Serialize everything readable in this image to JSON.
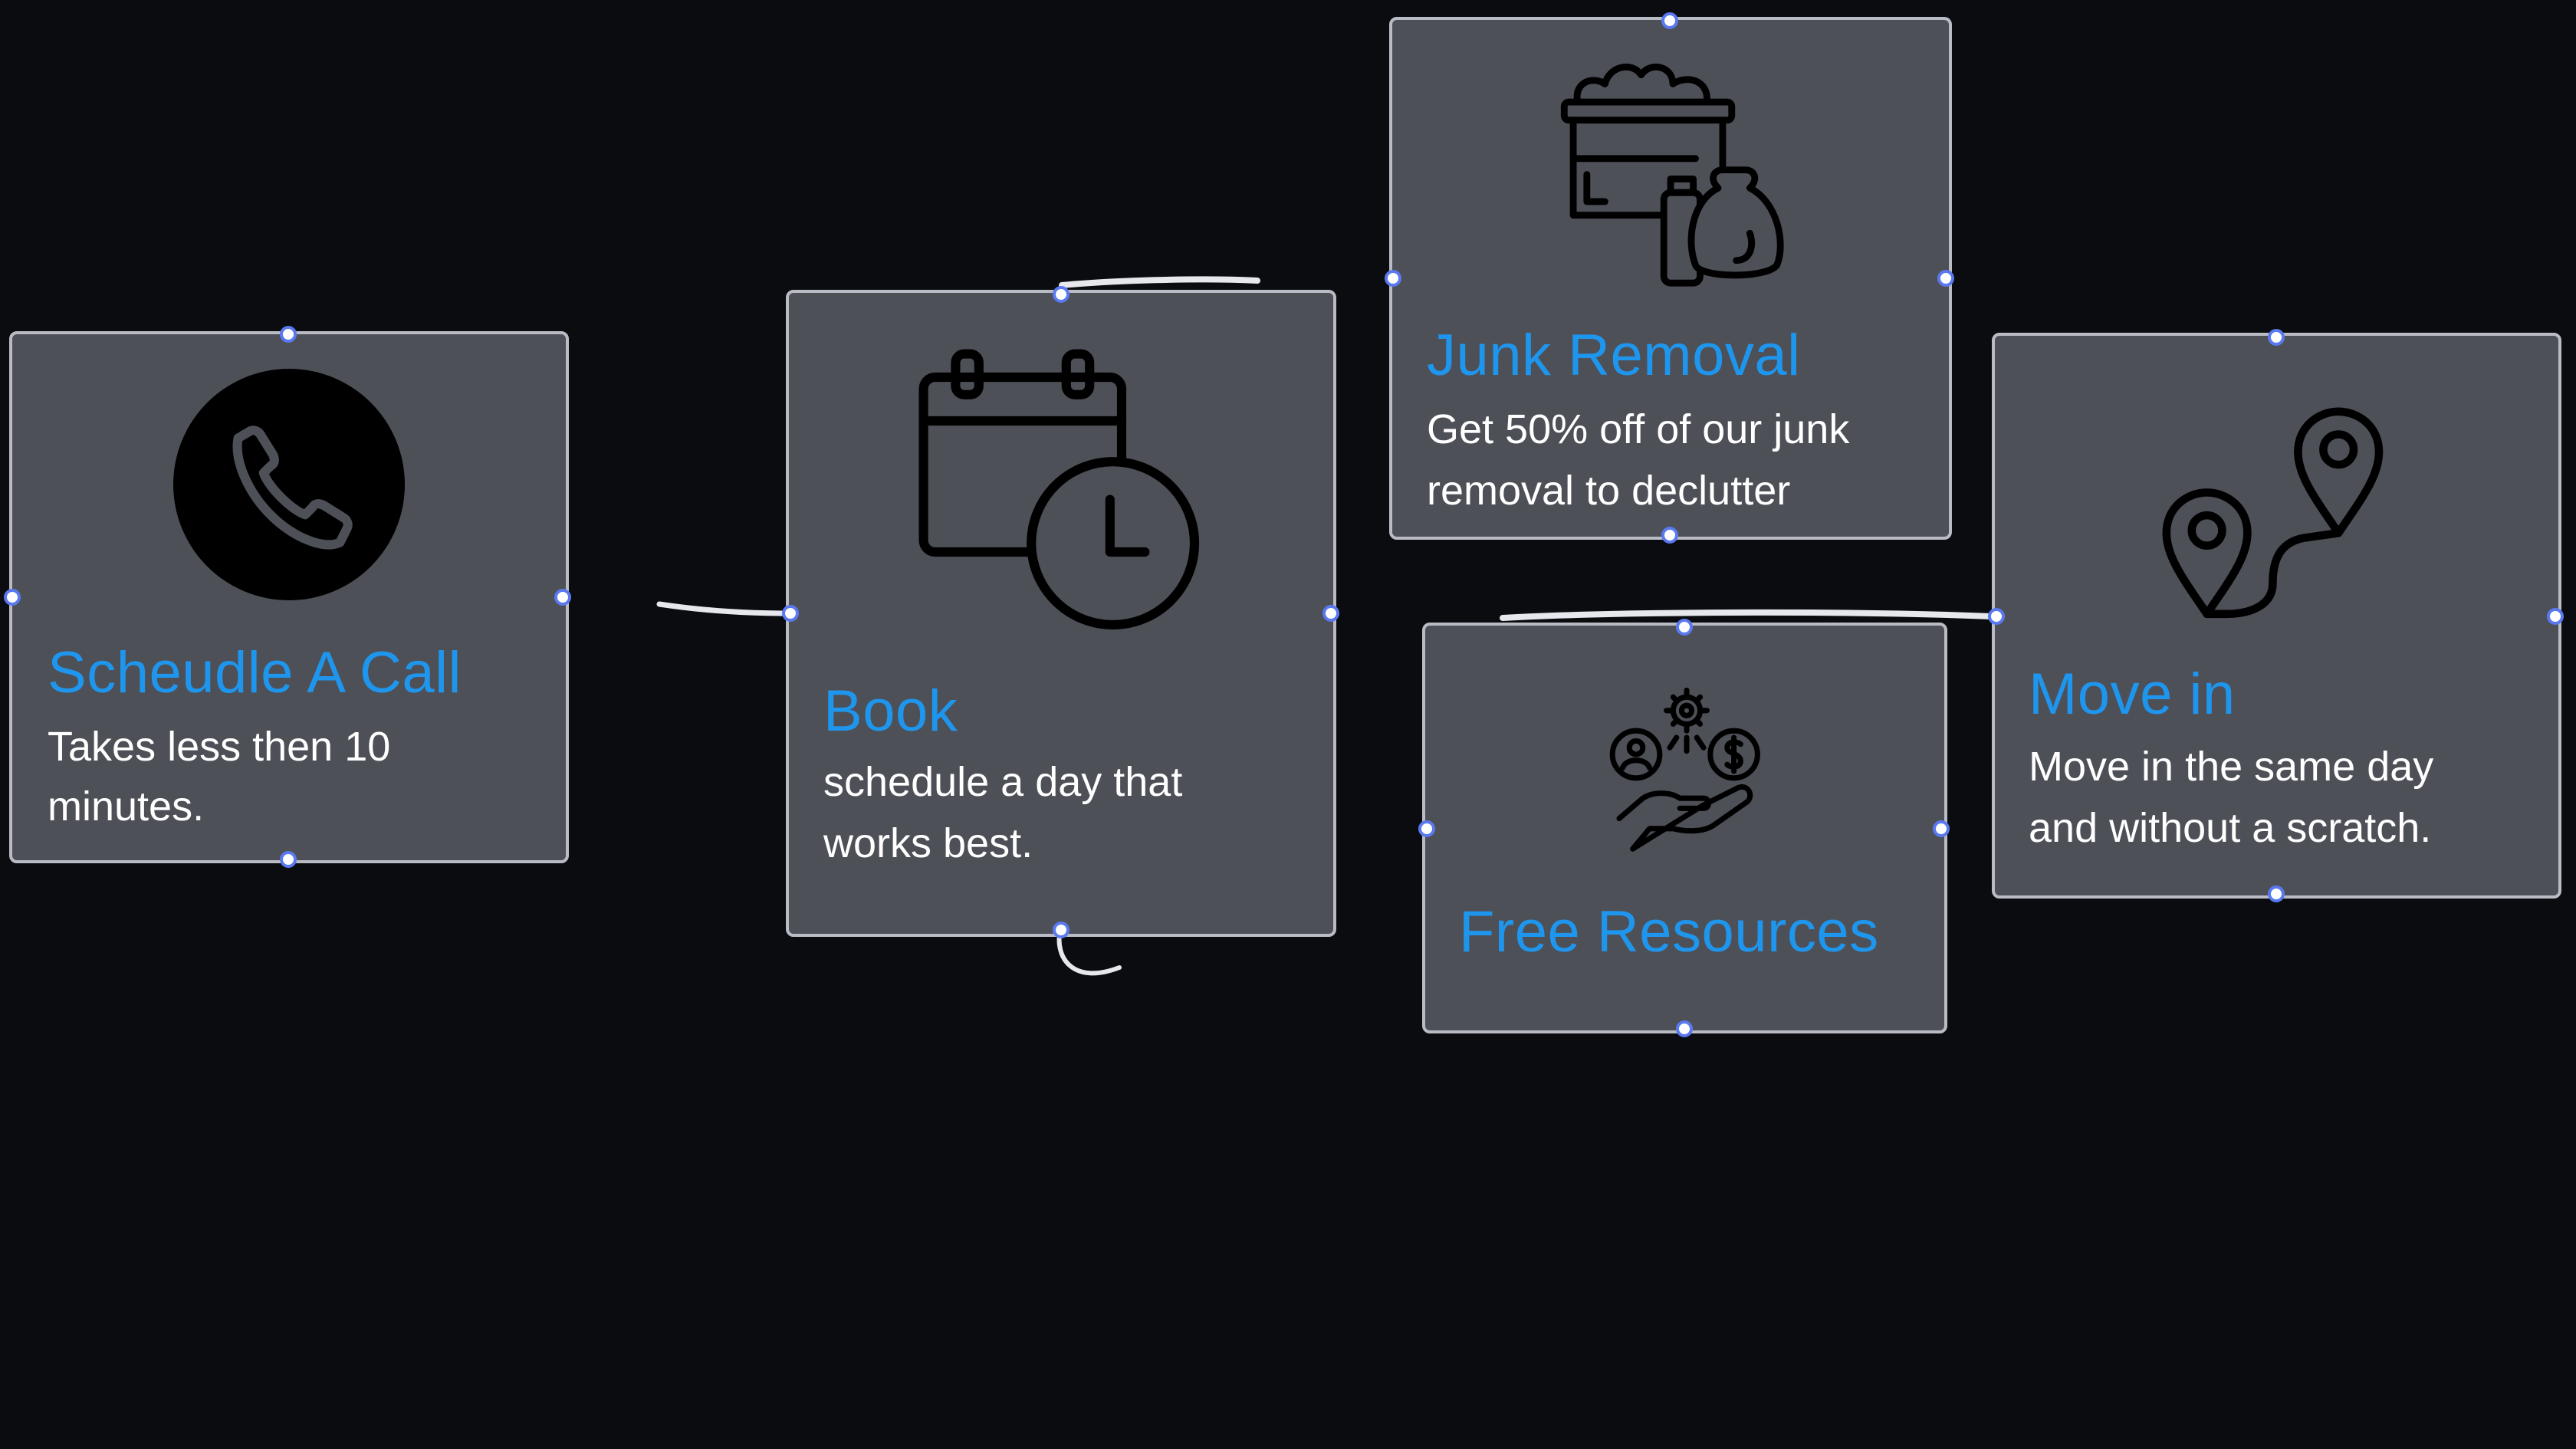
{
  "theme": {
    "background": "#0b0c0f",
    "card_fill": "#4e5058",
    "card_border": "#b9bcc4",
    "accent": "#1e96ee",
    "text": "#ffffff",
    "handle_border": "#5a79f0"
  },
  "cards": {
    "call": {
      "icon": "phone-icon",
      "title": "Scheudle A Call",
      "line1": "Takes less then 10",
      "line2": "minutes."
    },
    "book": {
      "icon": "calendar-clock-icon",
      "title": "Book",
      "line1": "schedule a day that",
      "line2": "works best."
    },
    "junk": {
      "icon": "junk-bin-icon",
      "title": "Junk Removal",
      "line1": "Get 50% off of our junk",
      "line2": "removal to declutter"
    },
    "resources": {
      "icon": "hand-resources-icon",
      "title": "Free Resources"
    },
    "move": {
      "icon": "route-pins-icon",
      "title": "Move in",
      "line1": "Move in the same day",
      "line2": "and without a scratch."
    }
  }
}
